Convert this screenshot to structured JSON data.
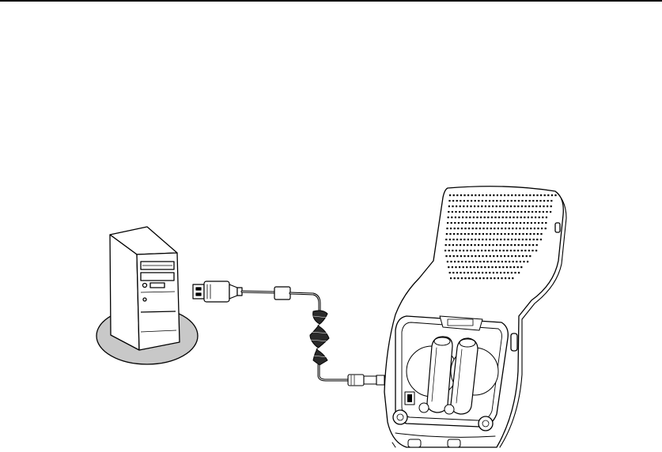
{
  "illustration": {
    "subject": "computer-to-handset-usb-connection",
    "items": [
      "computer-tower",
      "usb-cable",
      "phone-handset"
    ],
    "colors": {
      "line": "#000000",
      "fill": "#ffffff",
      "base": "#c8c8c8",
      "cable_coil": "#2a2a2a"
    }
  }
}
